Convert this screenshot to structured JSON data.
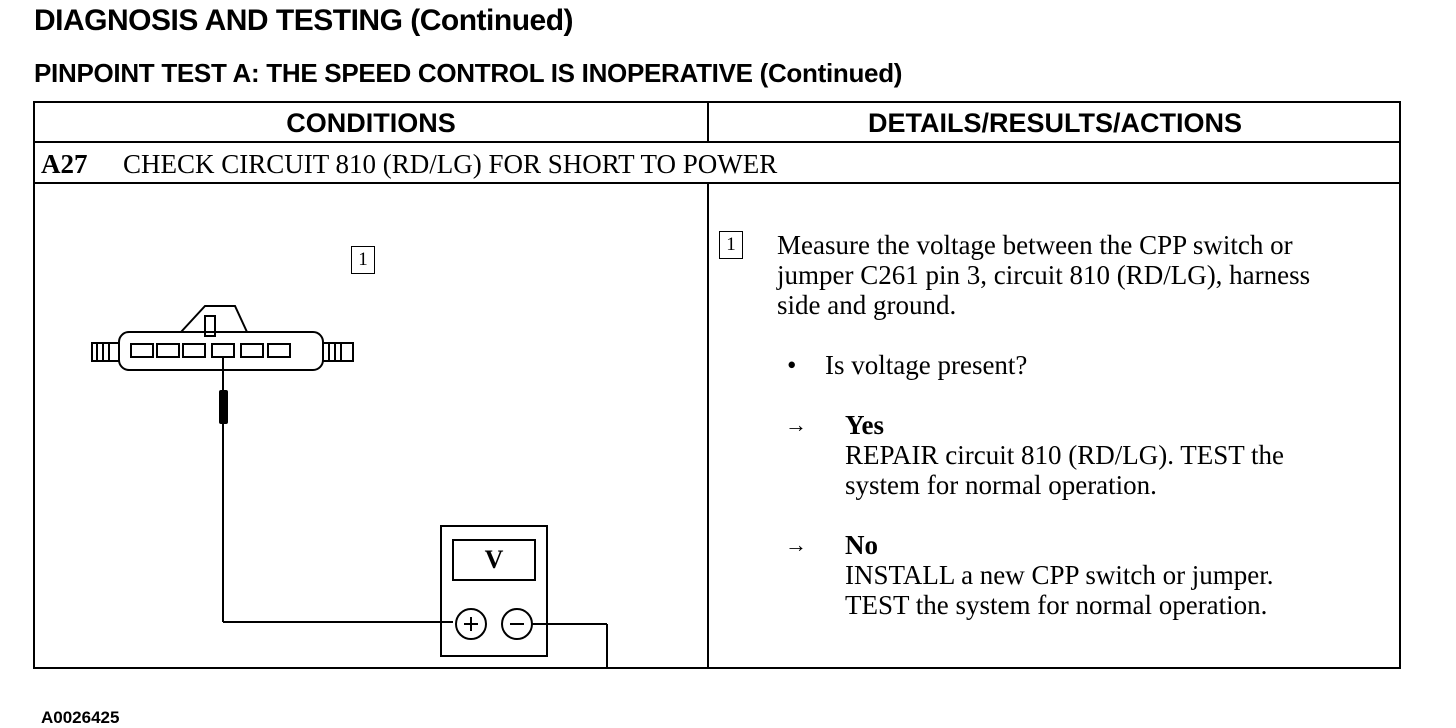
{
  "header": {
    "title": "DIAGNOSIS AND TESTING (Continued)",
    "subtitle": "PINPOINT TEST A: THE SPEED CONTROL IS INOPERATIVE (Continued)"
  },
  "table": {
    "col_conditions": "CONDITIONS",
    "col_details": "DETAILS/RESULTS/ACTIONS"
  },
  "step": {
    "number": "A27",
    "title": "CHECK CIRCUIT 810 (RD/LG) FOR SHORT TO POWER"
  },
  "diagram": {
    "callout": "1",
    "meter_label": "V",
    "plus": "+",
    "minus": "−",
    "figure_id": "A0026425"
  },
  "details": {
    "item_number": "1",
    "instruction_lines": [
      "Measure the voltage between the CPP switch or",
      "jumper C261 pin 3, circuit 810 (RD/LG), harness",
      "side and ground."
    ],
    "bullet": "•",
    "question": "Is voltage present?",
    "arrow": "→",
    "yes_label": "Yes",
    "yes_lines": [
      "REPAIR circuit 810 (RD/LG). TEST the",
      "system for normal operation."
    ],
    "no_label": "No",
    "no_lines": [
      "INSTALL a new CPP switch or jumper.",
      "TEST the system for normal operation."
    ]
  }
}
